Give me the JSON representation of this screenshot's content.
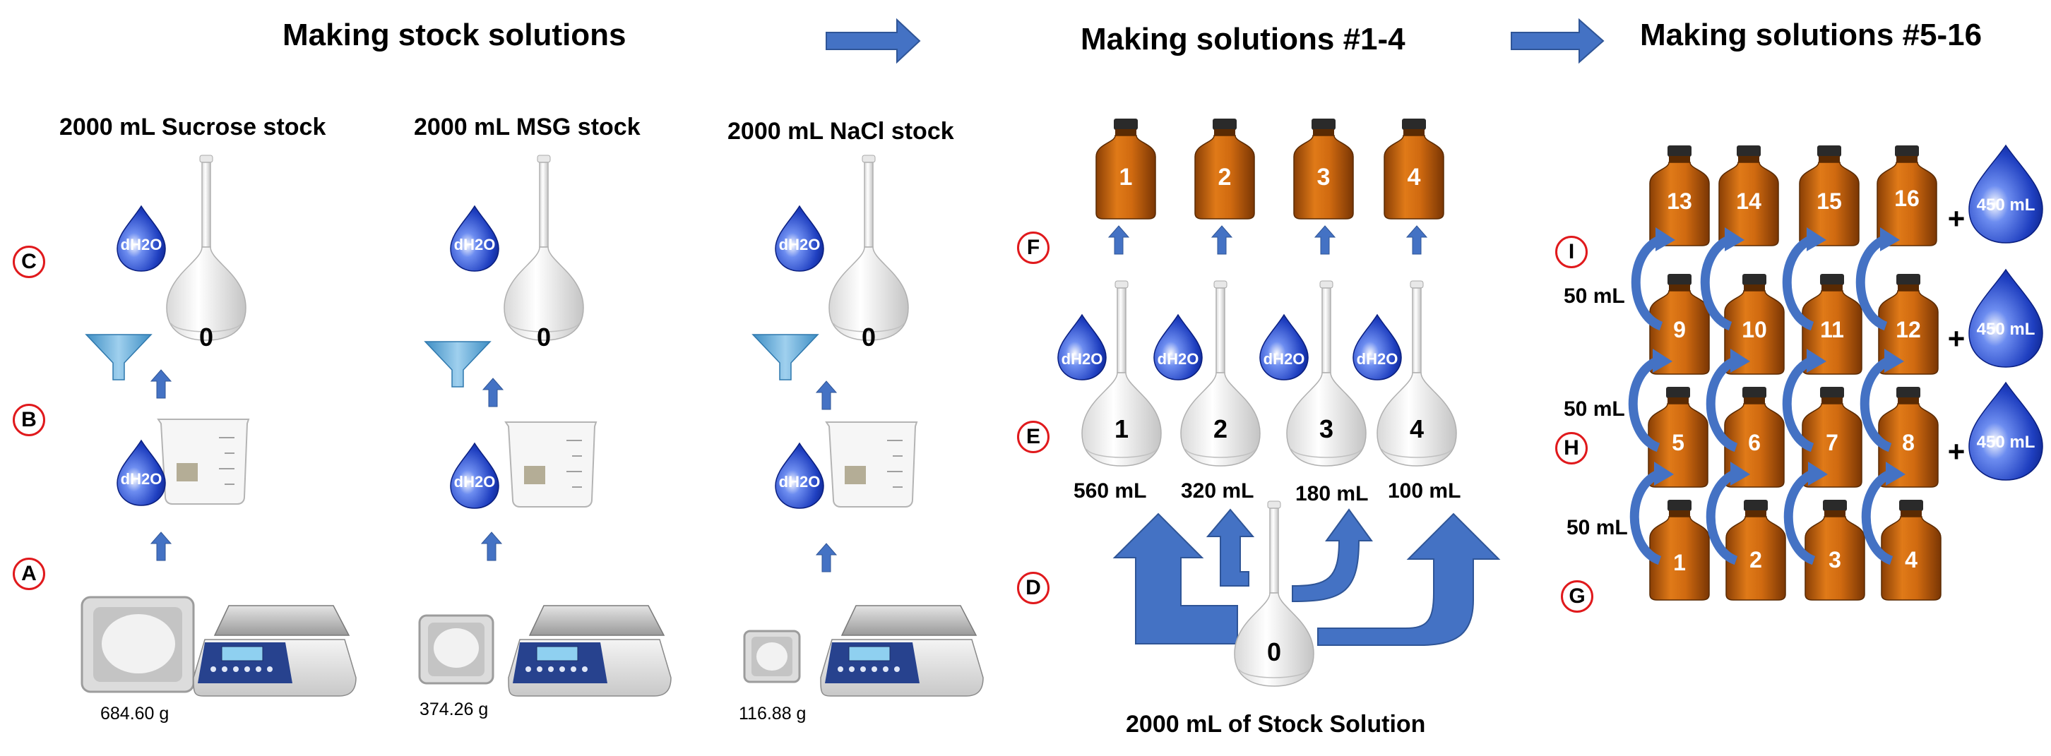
{
  "titles": {
    "stock": "Making stock solutions",
    "sol14": "Making solutions #1-4",
    "sol516": "Making solutions #5-16"
  },
  "stocks": [
    {
      "name": "2000 mL Sucrose stock",
      "mass": "684.60 g"
    },
    {
      "name": "2000 mL MSG stock",
      "mass": "374.26 g"
    },
    {
      "name": "2000 mL NaCl stock",
      "mass": "116.88 g"
    }
  ],
  "steps": {
    "a": "A",
    "b": "B",
    "c": "C",
    "d": "D",
    "e": "E",
    "f": "F",
    "g": "G",
    "h": "H",
    "i": "I"
  },
  "water_label": "dH2O",
  "stock_flask_number": "0",
  "mid": {
    "bottles": [
      "1",
      "2",
      "3",
      "4"
    ],
    "flasks": [
      "1",
      "2",
      "3",
      "4"
    ],
    "volumes": [
      "560 mL",
      "320 mL",
      "180 mL",
      "100 mL"
    ],
    "stock_flask": "0",
    "stock_caption": "2000 mL of Stock Solution"
  },
  "grid": {
    "rows": [
      [
        "13",
        "14",
        "15",
        "16"
      ],
      [
        "9",
        "10",
        "11",
        "12"
      ],
      [
        "5",
        "6",
        "7",
        "8"
      ],
      [
        "1",
        "2",
        "3",
        "4"
      ]
    ],
    "transfer": "50 mL",
    "plus": "+",
    "water_volume": "450 mL"
  },
  "colors": {
    "arrow": "#4472c4",
    "bottle": "#c9650e",
    "step_circle": "#e0191c",
    "drop": "#1f3fc0"
  }
}
